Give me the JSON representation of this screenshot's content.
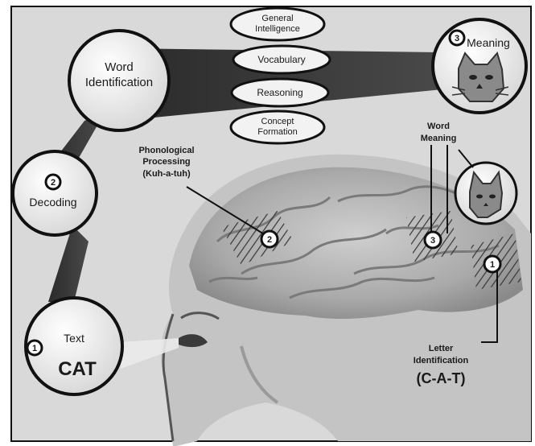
{
  "diagram": {
    "nodes": {
      "text": {
        "number": "1",
        "label": "Text",
        "word": "CAT"
      },
      "decoding": {
        "number": "2",
        "label": "Decoding"
      },
      "word_identification": {
        "line1": "Word",
        "line2": "Identification"
      },
      "meaning": {
        "number": "3",
        "label": "Meaning"
      }
    },
    "ovals": [
      {
        "line1": "General",
        "line2": "Intelligence"
      },
      {
        "line1": "Vocabulary",
        "line2": ""
      },
      {
        "line1": "Reasoning",
        "line2": ""
      },
      {
        "line1": "Concept",
        "line2": "Formation"
      }
    ],
    "brain_labels": {
      "phonological": {
        "line1": "Phonological",
        "line2": "Processing",
        "line3": "(Kuh-a-tuh)",
        "marker": "2"
      },
      "word_meaning": {
        "line1": "Word",
        "line2": "Meaning",
        "marker": "3"
      },
      "letter_identification": {
        "line1": "Letter",
        "line2": "Identification",
        "code": "(C-A-T)",
        "marker": "1"
      }
    }
  }
}
